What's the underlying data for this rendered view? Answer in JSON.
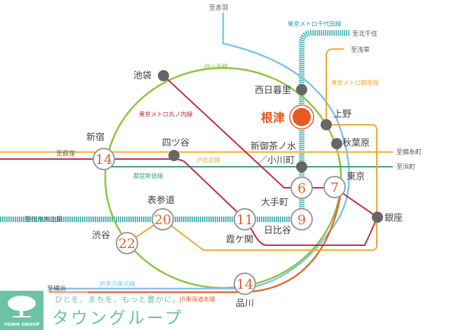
{
  "lines": {
    "yamanote": "JR山手線",
    "keihin": "JR京浜東北線",
    "tokaido": "JR東海道本線",
    "sobu": "JR総武線",
    "marunouchi": "東京メトロ丸ノ内線",
    "chiyoda": "東京メトロ千代田線",
    "ginza": "東京メトロ銀座線",
    "shinjuku": "都営新宿線"
  },
  "directions": {
    "akabane": "至赤羽",
    "kitasenju": "至北千住",
    "asakusa": "至浅草",
    "ogikubo": "至荻窪",
    "kinshicho": "至錦糸町",
    "hamacho": "至浜町",
    "yoyogiuehara": "至代々木上原",
    "yokohama": "至横浜"
  },
  "stations": {
    "nezu": "根津",
    "ikebukuro": "池袋",
    "nishinippori": "西日暮里",
    "ueno": "上野",
    "akihabara": "秋葉原",
    "shinjuku": "新宿",
    "yotsuya": "四ツ谷",
    "shinochanomizu": "新御茶ノ水",
    "ogawamachi": "／小川町",
    "tokyo": "東京",
    "otemachi": "大手町",
    "hibiya": "日比谷",
    "kasumigaseki": "霞ケ関",
    "omotesando": "表参道",
    "shibuya": "渋谷",
    "ginza": "銀座",
    "shinagawa": "品川"
  },
  "minutes": {
    "shinjuku": "14",
    "omotesando": "20",
    "shibuya": "22",
    "kasumigaseki": "11",
    "otemachi": "6",
    "hibiya": "9",
    "tokyo": "7",
    "shinagawa": "14"
  },
  "colors": {
    "yamanote": "#8cc43c",
    "keihin": "#7fc6e6",
    "tokaido": "#e06a3a",
    "sobu": "#f0b23a",
    "marunouchi": "#c8283c",
    "chiyoda": "#3fb0b0",
    "ginza": "#f0a830",
    "shinjuku": "#3aa57a",
    "nezu": "#ea5a1e",
    "brand": "#6cc3a6"
  },
  "logo": {
    "name": "TOWN GROUP",
    "tagline": "ひとを、まちを、もっと豊かに。",
    "brand": "タウングループ"
  }
}
